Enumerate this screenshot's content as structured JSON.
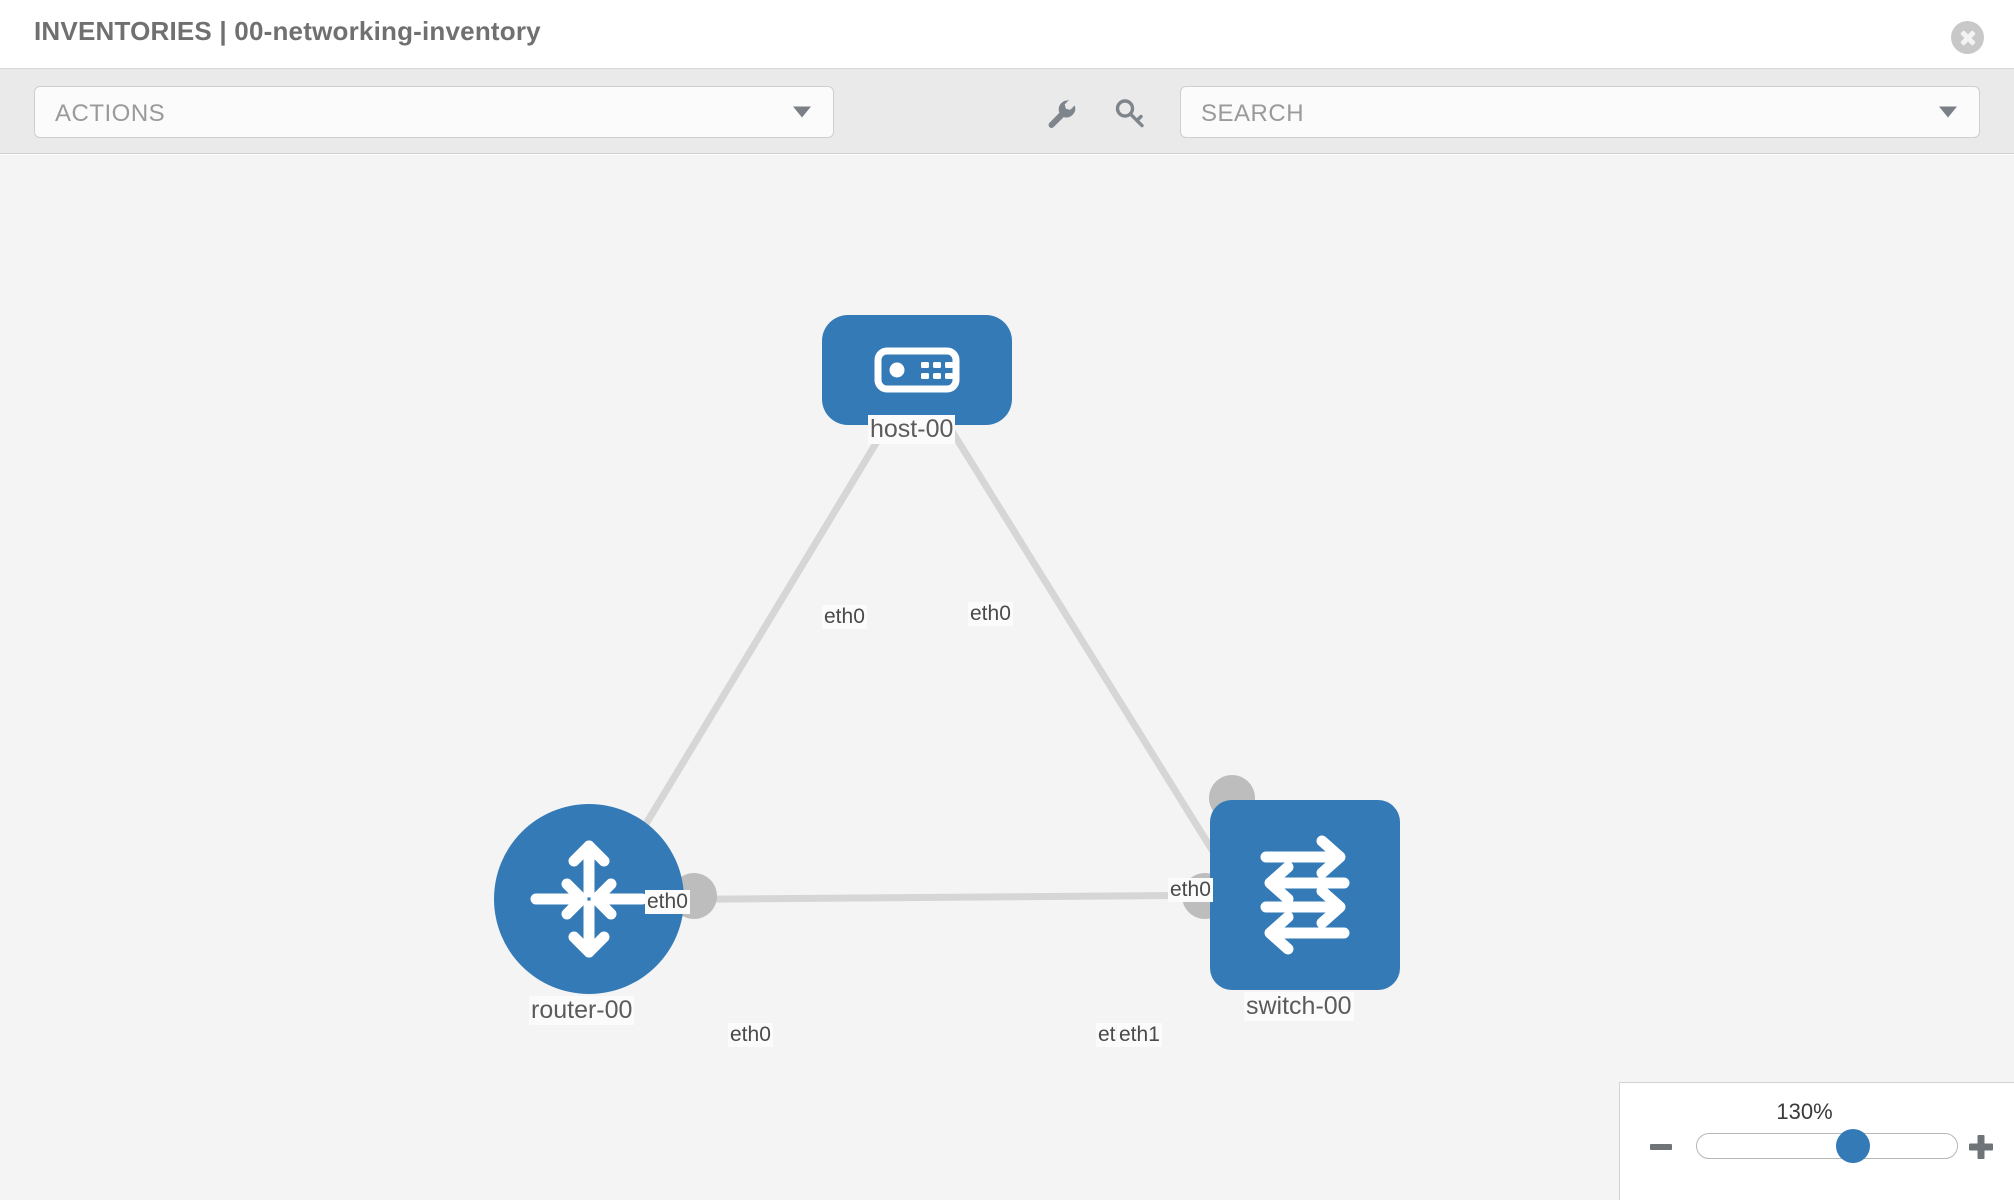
{
  "header": {
    "title": "INVENTORIES | 00-networking-inventory",
    "close_icon": "close-circle-icon"
  },
  "toolbar": {
    "actions_label": "ACTIONS",
    "actions_caret_icon": "chevron-down-icon",
    "wrench_icon": "wrench-icon",
    "key_icon": "key-icon",
    "search_placeholder": "SEARCH",
    "search_value": "",
    "search_caret_icon": "chevron-down-icon"
  },
  "topology": {
    "nodes": [
      {
        "id": "host-00",
        "label": "host-00",
        "type": "host",
        "icon": "server-appliance-icon"
      },
      {
        "id": "router-00",
        "label": "router-00",
        "type": "router",
        "icon": "router-arrows-icon"
      },
      {
        "id": "switch-00",
        "label": "switch-00",
        "type": "switch",
        "icon": "switch-arrows-icon"
      }
    ],
    "links": [
      {
        "from": "host-00",
        "to": "router-00",
        "from_iface": "eth0",
        "to_iface": "eth0"
      },
      {
        "from": "host-00",
        "to": "switch-00",
        "from_iface": "eth0",
        "to_iface": "eth0"
      },
      {
        "from": "router-00",
        "to": "switch-00",
        "from_iface": "eth0",
        "to_iface": "eth1"
      }
    ],
    "iface_labels": {
      "host_left": "eth0",
      "host_right": "eth0",
      "router_up": "eth0",
      "switch_up": "eth0",
      "router_right": "eth0",
      "switch_left_hidden": "eth0",
      "switch_left": "eth1"
    }
  },
  "zoom": {
    "value_label": "130%",
    "minus_icon": "minus-icon",
    "plus_icon": "plus-icon",
    "percent": 130
  },
  "colors": {
    "node_blue": "#337ab7",
    "canvas_bg": "#f4f4f4",
    "toolbar_bg": "#eaeaea",
    "link_gray": "#d6d6d6",
    "connector_gray": "#bdbdbd"
  }
}
